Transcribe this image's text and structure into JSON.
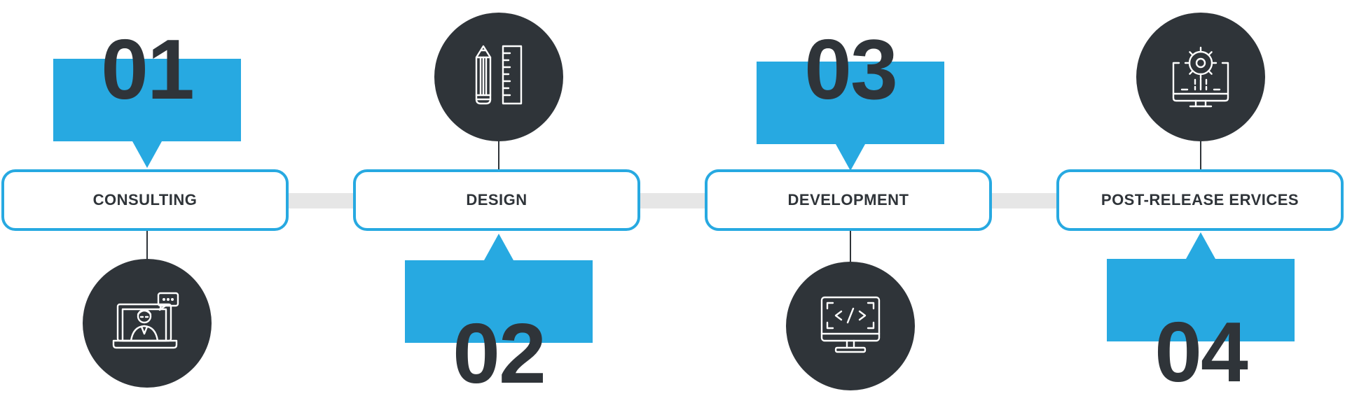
{
  "colors": {
    "accent": "#27a9e1",
    "dark": "#2f3439",
    "connector": "#e6e6e6"
  },
  "steps": [
    {
      "number": "01",
      "label": "CONSULTING",
      "icon": "laptop-consultant-icon"
    },
    {
      "number": "02",
      "label": "DESIGN",
      "icon": "pencil-ruler-icon"
    },
    {
      "number": "03",
      "label": "DEVELOPMENT",
      "icon": "code-monitor-icon"
    },
    {
      "number": "04",
      "label": "POST-RELEASE ERVICES",
      "icon": "gear-monitor-icon"
    }
  ]
}
